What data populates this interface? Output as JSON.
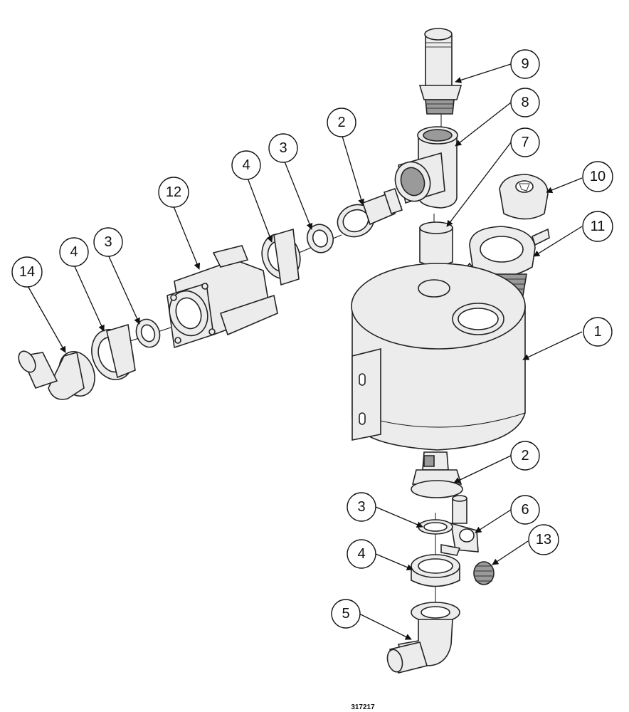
{
  "figure": {
    "number": "317217",
    "callouts": [
      {
        "id": "c1",
        "label": "1"
      },
      {
        "id": "c2a",
        "label": "2"
      },
      {
        "id": "c2b",
        "label": "2"
      },
      {
        "id": "c3a",
        "label": "3"
      },
      {
        "id": "c3b",
        "label": "3"
      },
      {
        "id": "c3c",
        "label": "3"
      },
      {
        "id": "c4a",
        "label": "4"
      },
      {
        "id": "c4b",
        "label": "4"
      },
      {
        "id": "c4c",
        "label": "4"
      },
      {
        "id": "c5",
        "label": "5"
      },
      {
        "id": "c6",
        "label": "6"
      },
      {
        "id": "c7",
        "label": "7"
      },
      {
        "id": "c8",
        "label": "8"
      },
      {
        "id": "c9",
        "label": "9"
      },
      {
        "id": "c10",
        "label": "10"
      },
      {
        "id": "c11",
        "label": "11"
      },
      {
        "id": "c12",
        "label": "12"
      },
      {
        "id": "c13",
        "label": "13"
      },
      {
        "id": "c14",
        "label": "14"
      }
    ]
  }
}
